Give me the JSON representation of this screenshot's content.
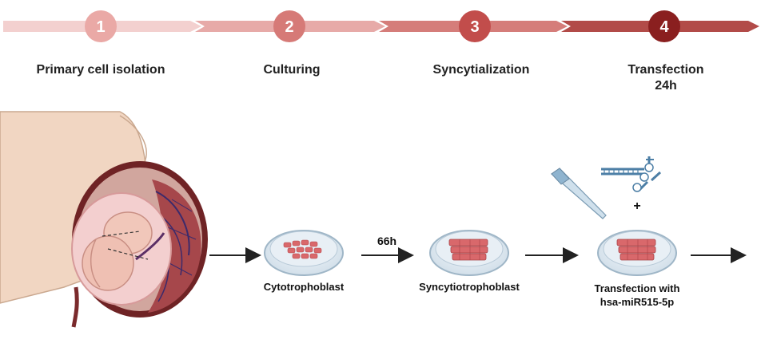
{
  "steps": [
    {
      "number": "1",
      "title": "Primary cell isolation",
      "color": "#e9a7a5"
    },
    {
      "number": "2",
      "title": "Culturing",
      "color": "#d97b78"
    },
    {
      "number": "3",
      "title": "Syncytialization",
      "color": "#c4504f"
    },
    {
      "number": "4",
      "title": "Transfection",
      "subtitle": "24h",
      "color": "#8b2020"
    }
  ],
  "dishes": [
    {
      "label": "Cytotrophoblast"
    },
    {
      "label": "Syncytiotrophoblast"
    },
    {
      "label": "Transfection with",
      "label_line2": "hsa-miR515-5p"
    }
  ],
  "arrow_label_66h": "66h",
  "plus_sign": "+",
  "icons": [
    "pipette-icon",
    "mirna-icon",
    "placenta-illustration"
  ]
}
